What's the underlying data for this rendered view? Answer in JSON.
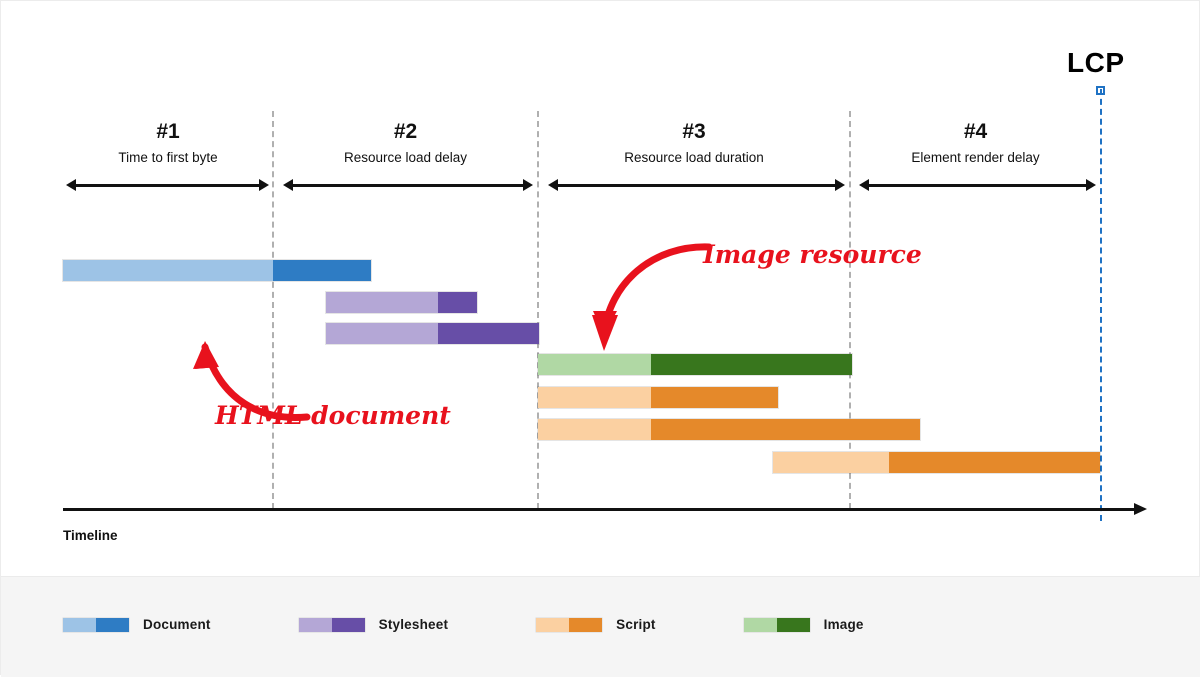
{
  "diagram": {
    "title_marker": "LCP",
    "axis_label": "Timeline",
    "phases": [
      {
        "num": "#1",
        "name": "Time to first byte"
      },
      {
        "num": "#2",
        "name": "Resource load delay"
      },
      {
        "num": "#3",
        "name": "Resource load duration"
      },
      {
        "num": "#4",
        "name": "Element render delay"
      }
    ],
    "annotations": [
      {
        "text": "HTML document"
      },
      {
        "text": "Image resource"
      }
    ],
    "legend": [
      {
        "label": "Document",
        "light": "#9dc3e6",
        "dark": "#2e7cc4"
      },
      {
        "label": "Stylesheet",
        "light": "#b4a7d6",
        "dark": "#674ea7"
      },
      {
        "label": "Script",
        "light": "#fbd0a1",
        "dark": "#e5892a"
      },
      {
        "label": "Image",
        "light": "#b0d8a4",
        "dark": "#38761d"
      }
    ]
  },
  "chart_data": {
    "type": "bar",
    "title": "LCP resource loading waterfall",
    "xlabel": "Timeline",
    "ylabel": "",
    "grid": false,
    "legend_position": "bottom",
    "markers": [
      {
        "name": "LCP",
        "x": 1100,
        "color": "#1f72c4",
        "style": "dashed"
      }
    ],
    "phase_boundaries": [
      62,
      272,
      537,
      849,
      1100
    ],
    "series": [
      {
        "name": "Document",
        "light": "#9dc3e6",
        "dark": "#2e7cc4",
        "bars": [
          {
            "start": 62,
            "split": 272,
            "end": 370,
            "y": 259
          }
        ]
      },
      {
        "name": "Stylesheet",
        "light": "#b4a7d6",
        "dark": "#674ea7",
        "bars": [
          {
            "start": 325,
            "split": 437,
            "end": 476,
            "y": 291
          },
          {
            "start": 325,
            "split": 437,
            "end": 538,
            "y": 322
          }
        ]
      },
      {
        "name": "Image",
        "light": "#b0d8a4",
        "dark": "#38761d",
        "bars": [
          {
            "start": 537,
            "split": 650,
            "end": 851,
            "y": 353
          }
        ]
      },
      {
        "name": "Script",
        "light": "#fbd0a1",
        "dark": "#e5892a",
        "bars": [
          {
            "start": 537,
            "split": 650,
            "end": 777,
            "y": 386
          },
          {
            "start": 537,
            "split": 650,
            "end": 919,
            "y": 418
          },
          {
            "start": 772,
            "split": 888,
            "end": 1099,
            "y": 451
          }
        ]
      }
    ]
  }
}
